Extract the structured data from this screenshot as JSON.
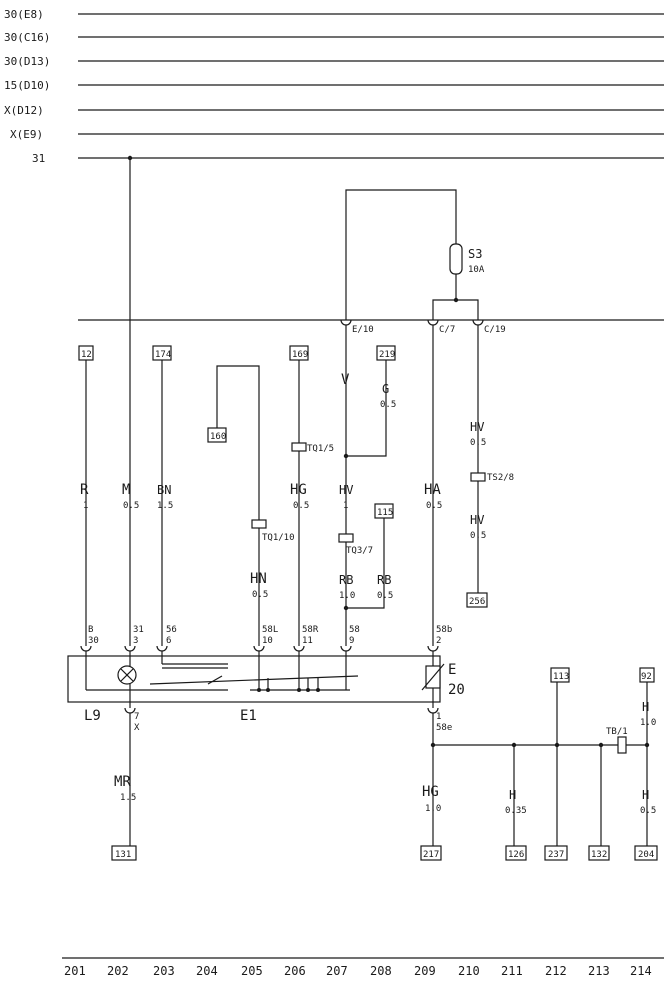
{
  "rails": [
    "30(E8)",
    "30(C16)",
    "30(D13)",
    "15(D10)",
    "X(D12)",
    "X(E9)",
    "31"
  ],
  "fuse": {
    "label": "S3",
    "rating": "10A"
  },
  "connectors": {
    "e10": "E/10",
    "c7": "C/7",
    "c19": "C/19",
    "tq1_5": "TQ1/5",
    "tq1_10": "TQ1/10",
    "tq3_7": "TQ3/7",
    "ts2_8": "TS2/8",
    "tb_1": "TB/1"
  },
  "refs": [
    "12",
    "174",
    "160",
    "169",
    "219",
    "115",
    "256",
    "113",
    "92",
    "131",
    "217",
    "126",
    "237",
    "132",
    "204"
  ],
  "wires": {
    "r": [
      "R",
      "1"
    ],
    "m": [
      "M",
      "0.5"
    ],
    "bn": [
      "BN",
      "1.5"
    ],
    "hn": [
      "HN",
      "0.5"
    ],
    "hg_upper": [
      "HG",
      "0.5"
    ],
    "v": [
      "V"
    ],
    "g": [
      "G",
      "0.5"
    ],
    "hv_mid": [
      "HV",
      "1"
    ],
    "rb_left": [
      "RB",
      "1.0"
    ],
    "rb_right": [
      "RB",
      "0.5"
    ],
    "ha": [
      "HA",
      "0.5"
    ],
    "hv_right_top": [
      "HV",
      "0.5"
    ],
    "hv_right_bot": [
      "HV",
      "0.5"
    ],
    "mr": [
      "MR",
      "1.5"
    ],
    "hg_lower": [
      "HG",
      "1.0"
    ],
    "h_035": [
      "H",
      "0.35"
    ],
    "h_10": [
      "H",
      "1.0"
    ],
    "h_05": [
      "H",
      "0.5"
    ]
  },
  "pins": {
    "p30": [
      "B",
      "30"
    ],
    "p31": [
      "31",
      "3"
    ],
    "p56": [
      "56",
      "6"
    ],
    "p58l": [
      "58L",
      "10"
    ],
    "p58r": [
      "58R",
      "11"
    ],
    "p58": [
      "58",
      "9"
    ],
    "p58b": [
      "58b",
      "2"
    ],
    "p58e": [
      "1",
      "58e"
    ],
    "px": [
      "7",
      "X"
    ]
  },
  "components": {
    "l9": "L9",
    "e1": "E1",
    "e": "E",
    "e_num": "20"
  },
  "footer": [
    "201",
    "202",
    "203",
    "204",
    "205",
    "206",
    "207",
    "208",
    "209",
    "210",
    "211",
    "212",
    "213",
    "214"
  ]
}
